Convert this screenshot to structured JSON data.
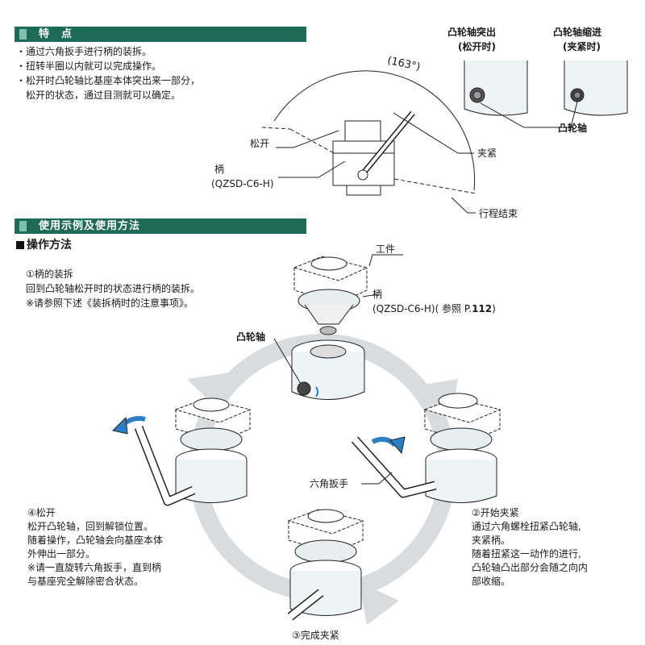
{
  "features": {
    "header": "特　点",
    "bullets": [
      "・通过六角扳手进行柄的装拆。",
      "・扭转半圈以内就可以完成操作。",
      "・松开时凸轮轴比基座本体突出来一部分，",
      "　松开的状态，通过目测就可以确定。"
    ],
    "angle": "(163°)",
    "loosen": "松开",
    "clamp": "夹紧",
    "handle": "柄",
    "handle_model": "(QZSD-C6-H)",
    "stroke_end": "行程结束",
    "cam_out_1": "凸轮轴突出",
    "cam_out_2": "(松开时)",
    "cam_in_1": "凸轮轴缩进",
    "cam_in_2": "(夹紧时)",
    "cam_shaft": "凸轮轴"
  },
  "usage": {
    "header": "使用示例及使用方法",
    "method_title": "操作方法",
    "step1_title": "①柄的装拆",
    "step1_lines": [
      "回到凸轮轴松开时的状态进行柄的装拆。",
      "※请参照下述《装拆柄时的注意事项》。"
    ],
    "workpiece": "工件",
    "handle": "柄",
    "handle_ref_a": "(QZSD-C6-H)( 参照 P.",
    "handle_ref_b": "112",
    "handle_ref_c": ")",
    "cam_shaft": "凸轮轴",
    "hex_wrench": "六角扳手",
    "step2_title": "②开始夹紧",
    "step2_lines": [
      "通过六角螺栓扭紧凸轮轴,",
      "夹紧柄。",
      "随着扭紧这一动作的进行,",
      "凸轮轴凸出部分会随之向内",
      "部收缩。"
    ],
    "step3_title": "③完成夹紧",
    "step4_title": "④松开",
    "step4_lines": [
      "松开凸轮轴，回到解锁位置。",
      "随着操作，凸轮轴会向基座本体",
      "外伸出一部分。",
      "※请一直旋转六角扳手，直到柄",
      "与基座完全解除密合状态。"
    ]
  },
  "colors": {
    "band": "#1e6a58",
    "arrow": "#2b7fc4",
    "cycle": "#d9dcdf"
  }
}
